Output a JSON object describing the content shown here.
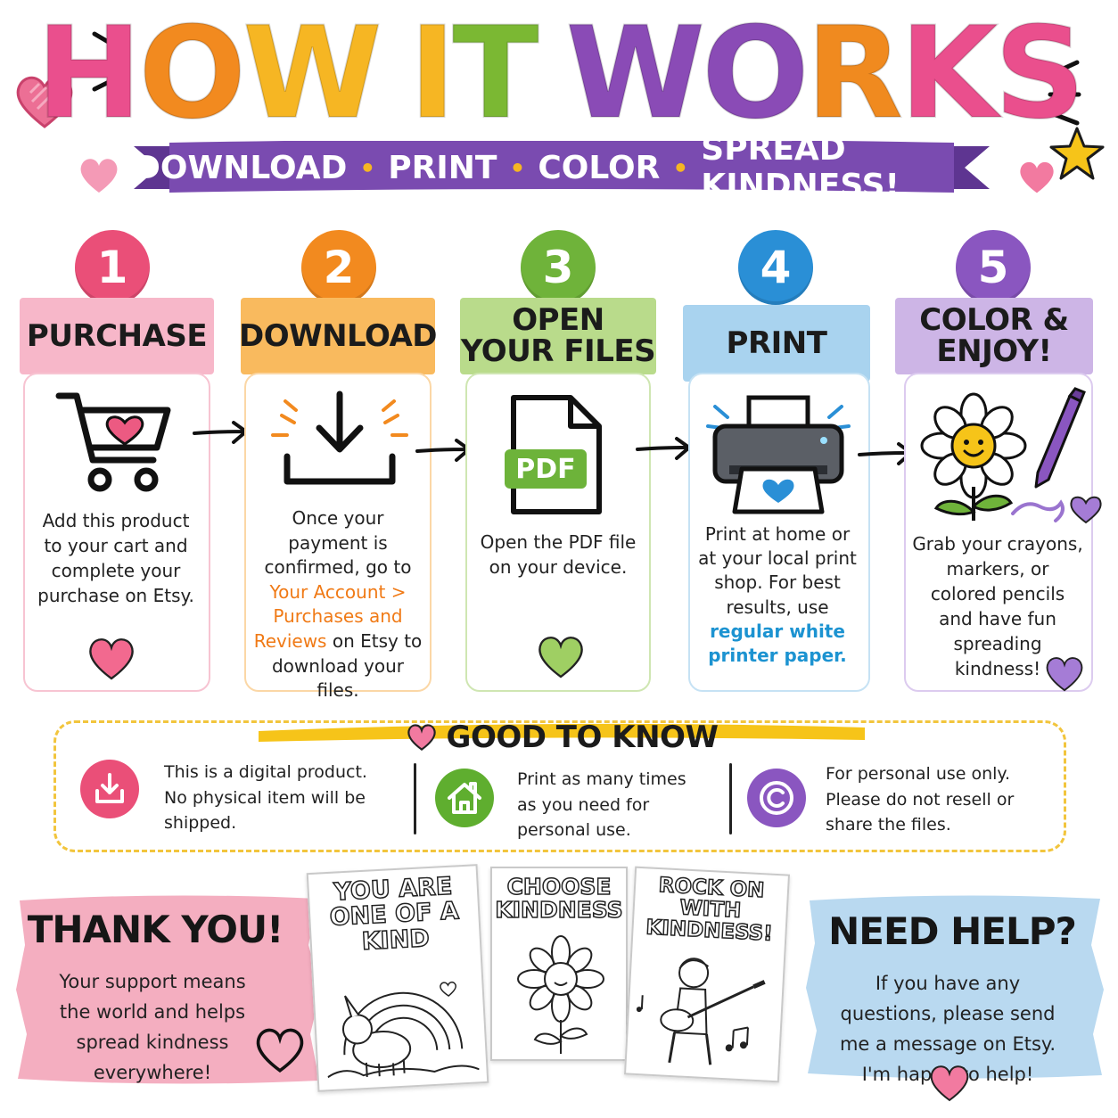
{
  "title": {
    "words": [
      {
        "text": "HOW",
        "color": "#ea4f8d"
      },
      {
        "text": "IT",
        "color": "#f6b623"
      },
      {
        "text": "WORKS",
        "color": "#8a4bb6"
      }
    ],
    "letter_colors": [
      "#ea4f8d",
      "#f28a1f",
      "#f6b623",
      "#f6b623",
      "#7bb833",
      "#8a4bb6",
      "#8a4bb6",
      "#f08a1f",
      "#ea4f8d"
    ]
  },
  "banner": {
    "parts": [
      "DOWNLOAD",
      "PRINT",
      "COLOR",
      "SPREAD KINDNESS!"
    ],
    "separator": "•",
    "color": "#7a4bb0"
  },
  "steps": [
    {
      "number": "1",
      "label": "PURCHASE",
      "color": "#ea4f78",
      "tint": "#f7b7c9",
      "icon": "cart-heart-icon",
      "text": "Add this product to your cart and complete your purchase on Etsy."
    },
    {
      "number": "2",
      "label": "DOWNLOAD",
      "color": "#f28a1f",
      "tint": "#f9ba5e",
      "icon": "download-icon",
      "text_before": "Once your payment is confirmed, go to",
      "text_highlight": "Your Account  > Purchases and Reviews",
      "text_after": "on Etsy to download your files."
    },
    {
      "number": "3",
      "label": "OPEN\nYOUR FILES",
      "color": "#6fb33a",
      "tint": "#b9db8b",
      "icon": "pdf-file-icon",
      "pdf_label": "PDF",
      "text": "Open the PDF file on your device."
    },
    {
      "number": "4",
      "label": "PRINT",
      "color": "#2a8fd6",
      "tint": "#a9d3ef",
      "icon": "printer-icon",
      "text_before": "Print at home or at your local print shop. For best results, use",
      "text_highlight": "regular white printer paper."
    },
    {
      "number": "5",
      "label": "COLOR &\nENJOY!",
      "color": "#8a56c0",
      "tint": "#cdb5e6",
      "icon": "flower-crayon-icon",
      "text": "Grab your crayons, markers, or colored pencils and have fun spreading kindness!"
    }
  ],
  "good_to_know": {
    "title": "GOOD TO KNOW",
    "items": [
      {
        "icon": "download-icon",
        "color": "#ea4f78",
        "text": "This is a digital product. No physical item will be shipped."
      },
      {
        "icon": "home-icon",
        "color": "#5fae2f",
        "text": "Print as many times as you need for personal use."
      },
      {
        "icon": "copyright-icon",
        "color": "#8a56c0",
        "text": "For personal use only. Please do not resell or share the files."
      }
    ]
  },
  "thank_you": {
    "title": "THANK YOU!",
    "text": "Your support means the world and helps spread kindness everywhere!",
    "color": "#f4aec0"
  },
  "need_help": {
    "title": "NEED HELP?",
    "text": "If you have any questions, please send me a message on Etsy. I'm happy to help!",
    "color": "#b9d9f0"
  },
  "sheets": [
    {
      "title": "YOU ARE\nONE OF A\nKIND",
      "art": "unicorn-rainbow"
    },
    {
      "title": "CHOOSE\nKINDNESS",
      "art": "sunflower"
    },
    {
      "title": "ROCK ON\nWITH\nKINDNESS!",
      "art": "guitar-boy"
    }
  ]
}
